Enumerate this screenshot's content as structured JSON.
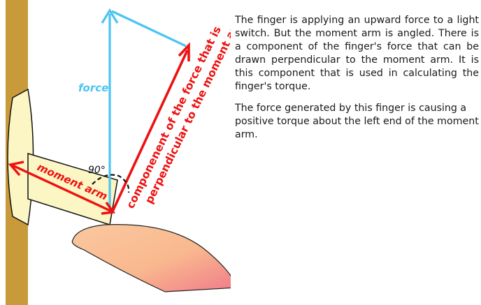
{
  "diagram": {
    "force_label": "force",
    "moment_arm_label": "moment arm",
    "angle_label": "90°",
    "component_label_line1": "componenent of the force that is",
    "component_label_line2": "perpendicular to the moment arm"
  },
  "colors": {
    "wall": "#c99a3a",
    "plate": "#fbf6c4",
    "force_arrow": "#4cc4f2",
    "component_arrow": "#ee1111",
    "angle_arc": "#111111",
    "finger_light": "#fbc8a0",
    "finger_dark": "#f07a8a"
  },
  "text": {
    "paragraph1": "The finger is applying an upward force to a light switch. But the moment arm is angled. There is a component of the finger's force that can be drawn perpendicular to the moment arm. It is this component that is used in calculating the finger's torque.",
    "paragraph2": "The force generated by this finger is causing a positive torque about the left end of the moment arm."
  }
}
